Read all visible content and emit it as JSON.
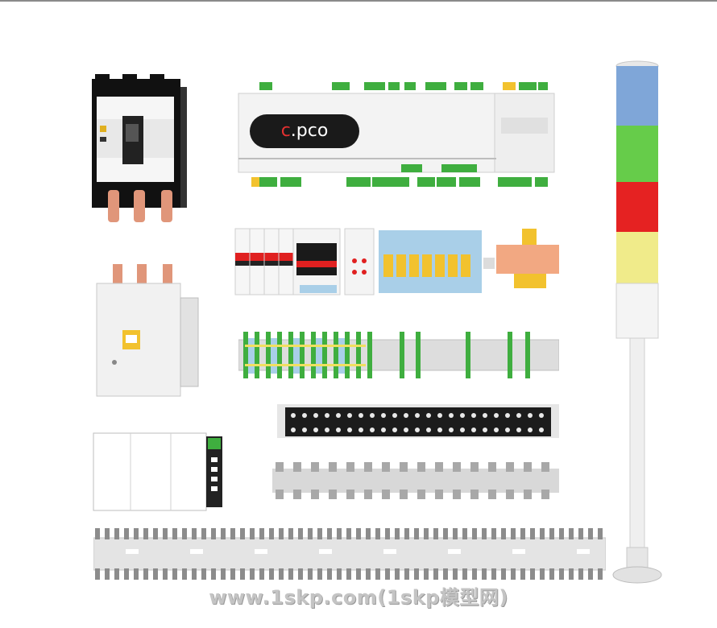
{
  "scene": {
    "components": [
      "molded-case-circuit-breaker",
      "cpco-controller",
      "contactor",
      "mcb-row",
      "relay-modules",
      "terminal-block-rail",
      "black-terminal-strip",
      "power-supply",
      "cable-duct-short",
      "cable-duct-long",
      "signal-tower-light"
    ],
    "colors": {
      "terminal_green": "#3fae3f",
      "terminal_blue": "#a9cfe8",
      "relay_yellow": "#f2c22e",
      "copper": "#e0967a",
      "tower_blue": "#7fa6d8",
      "tower_green": "#66cc4a",
      "tower_red": "#e52222",
      "tower_yellow": "#f0eb8a",
      "label_red": "#d92020"
    }
  },
  "controller": {
    "brand": "c.pco",
    "brand_prefix": "c",
    "brand_rest": ".pco"
  },
  "watermark": {
    "text": "www.1skp.com(1skp模型网)"
  }
}
